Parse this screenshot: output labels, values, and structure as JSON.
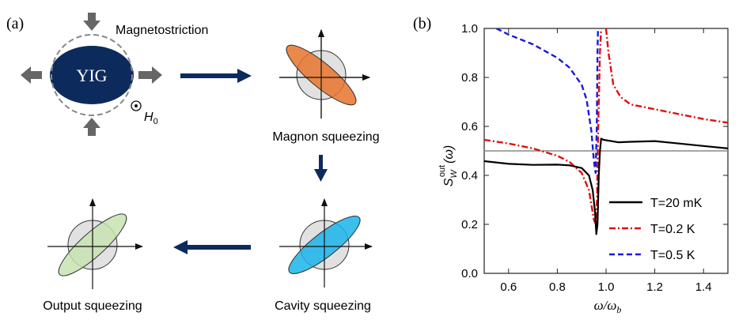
{
  "panel_a": {
    "tag": "(a)",
    "core_label": "YIG",
    "effect_label": "Magnetostriction",
    "field_symbol": "H",
    "field_subscript": "0",
    "stages": [
      {
        "caption": "Magnon squeezing",
        "color": "#e6742c"
      },
      {
        "caption": "Cavity squeezing",
        "color": "#1ab4ea"
      },
      {
        "caption": "Output squeezing",
        "color": "#c8e2b0"
      }
    ],
    "core_color": "#0d2a5c",
    "arrow_color": "#0d2a5c",
    "force_arrow_color": "#666666"
  },
  "panel_b": {
    "tag": "(b)",
    "chart_data": {
      "type": "line",
      "xlabel_main": "ω/ω",
      "xlabel_sub": "b",
      "ylabel_main": "S",
      "ylabel_sub": "W",
      "ylabel_sup": "out",
      "ylabel_arg": "(ω)",
      "xlim": [
        0.5,
        1.5
      ],
      "ylim": [
        0.0,
        1.0
      ],
      "xticks": [
        "0.6",
        "0.8",
        "1.0",
        "1.2",
        "1.4"
      ],
      "xtick_values": [
        0.6,
        0.8,
        1.0,
        1.2,
        1.4
      ],
      "yticks": [
        "0.0",
        "0.2",
        "0.4",
        "0.6",
        "0.8",
        "1.0"
      ],
      "ytick_values": [
        0.0,
        0.2,
        0.4,
        0.6,
        0.8,
        1.0
      ],
      "reference_line": 0.5,
      "legend_position": "bottom-right",
      "series": [
        {
          "name": "T=20 mK",
          "color": "#000000",
          "dash": "",
          "points": [
            [
              0.5,
              0.458
            ],
            [
              0.6,
              0.447
            ],
            [
              0.7,
              0.443
            ],
            [
              0.8,
              0.444
            ],
            [
              0.85,
              0.441
            ],
            [
              0.9,
              0.43
            ],
            [
              0.93,
              0.4
            ],
            [
              0.945,
              0.34
            ],
            [
              0.955,
              0.25
            ],
            [
              0.96,
              0.16
            ],
            [
              0.965,
              0.2
            ],
            [
              0.97,
              0.4
            ],
            [
              0.975,
              0.5
            ],
            [
              0.98,
              0.55
            ],
            [
              0.99,
              0.545
            ],
            [
              1.05,
              0.535
            ],
            [
              1.1,
              0.537
            ],
            [
              1.2,
              0.54
            ],
            [
              1.3,
              0.53
            ],
            [
              1.4,
              0.52
            ],
            [
              1.5,
              0.51
            ]
          ]
        },
        {
          "name": "T=0.2 K",
          "color": "#e01010",
          "dash": "8,3,2,3",
          "points": [
            [
              0.5,
              0.545
            ],
            [
              0.6,
              0.53
            ],
            [
              0.7,
              0.51
            ],
            [
              0.8,
              0.48
            ],
            [
              0.85,
              0.455
            ],
            [
              0.9,
              0.41
            ],
            [
              0.93,
              0.34
            ],
            [
              0.95,
              0.22
            ],
            [
              0.958,
              0.2
            ],
            [
              0.963,
              0.3
            ],
            [
              0.968,
              0.6
            ],
            [
              0.975,
              0.9
            ],
            [
              0.98,
              1.0
            ]
          ],
          "points2": [
            [
              1.0,
              1.0
            ],
            [
              1.01,
              0.9
            ],
            [
              1.03,
              0.77
            ],
            [
              1.06,
              0.72
            ],
            [
              1.1,
              0.69
            ],
            [
              1.2,
              0.67
            ],
            [
              1.3,
              0.65
            ],
            [
              1.4,
              0.63
            ],
            [
              1.5,
              0.615
            ]
          ]
        },
        {
          "name": "T=0.5 K",
          "color": "#1a1ae0",
          "dash": "7,4",
          "points": [
            [
              0.55,
              1.0
            ],
            [
              0.6,
              0.975
            ],
            [
              0.7,
              0.935
            ],
            [
              0.8,
              0.88
            ],
            [
              0.85,
              0.84
            ],
            [
              0.9,
              0.77
            ],
            [
              0.92,
              0.71
            ],
            [
              0.94,
              0.58
            ],
            [
              0.95,
              0.46
            ],
            [
              0.957,
              0.41
            ],
            [
              0.962,
              0.6
            ],
            [
              0.965,
              0.9
            ],
            [
              0.967,
              1.0
            ]
          ]
        }
      ]
    }
  }
}
